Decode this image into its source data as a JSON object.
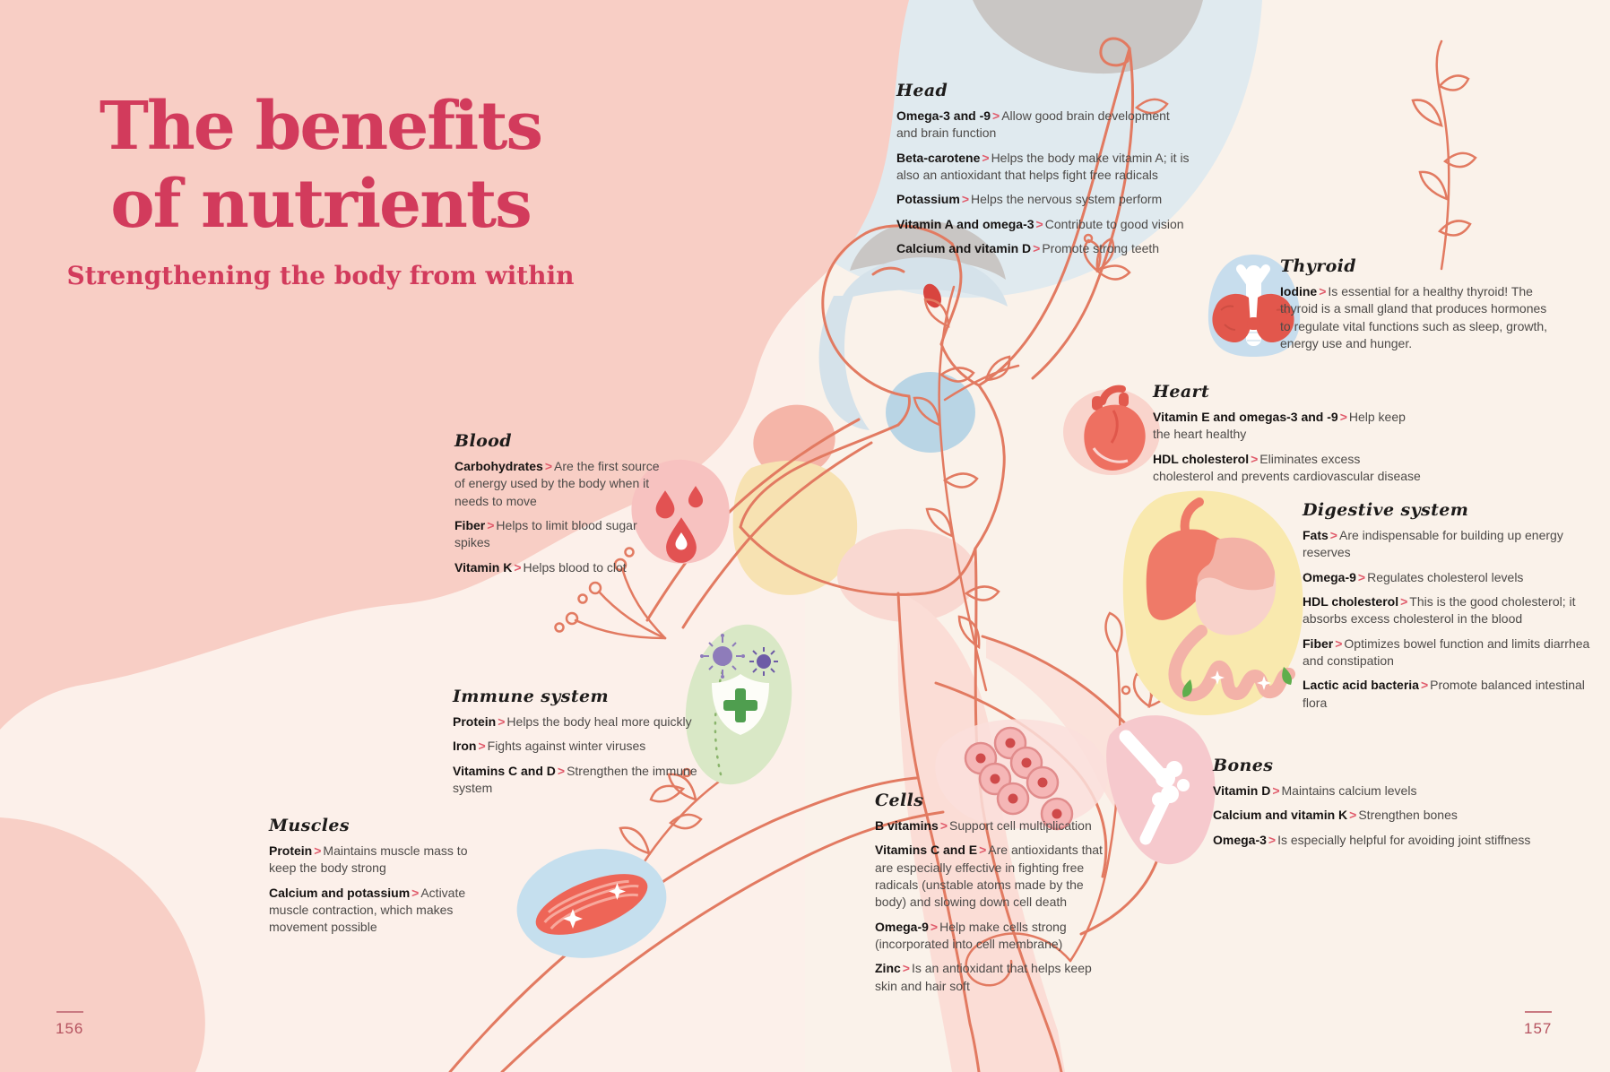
{
  "title": {
    "line1": "The benefits",
    "line2": "of nutrients",
    "subtitle": "Strengthening the body from within"
  },
  "ui": {
    "separator": ">"
  },
  "pages": {
    "left_number": "156",
    "right_number": "157"
  },
  "colors": {
    "title_crimson": "#d23b5c",
    "left_page_pink": "#f8cec5",
    "page_cream": "#fbf2ec",
    "pale_blue_wash": "#e0eaef",
    "figure_outline_coral": "#e27a61",
    "text_dark": "#161312",
    "text_body": "#4d4a48",
    "separator_red": "#e05a6a",
    "immune_green": "#d9e8c6",
    "digestive_yellow": "#f9e9ae",
    "organ_red": "#e2574c",
    "muscle_blue": "#c5dfee"
  },
  "icons": {
    "figure": "yoga-figure",
    "blood": "blood-drops-icon",
    "immune": "shield-and-viruses-icon",
    "muscles": "muscle-fiber-icon",
    "cells": "cell-cluster-icon",
    "bones": "knee-joint-icon",
    "digestive": "digestive-organs-icon",
    "heart": "anatomical-heart-icon",
    "thyroid": "thyroid-gland-icon",
    "decor": "branch-and-leaves"
  },
  "sections": {
    "head": {
      "title": "Head",
      "items": [
        {
          "term": "Omega-3 and -9",
          "desc": "Allow good brain development and brain function"
        },
        {
          "term": "Beta-carotene",
          "desc": "Helps the body make vitamin A; it is also an antioxidant that helps fight free radicals"
        },
        {
          "term": "Potassium",
          "desc": "Helps the nervous system perform"
        },
        {
          "term": "Vitamin A and omega-3",
          "desc": "Contribute to good vision"
        },
        {
          "term": "Calcium and vitamin D",
          "desc": "Promote strong teeth"
        }
      ]
    },
    "thyroid": {
      "title": "Thyroid",
      "items": [
        {
          "term": "Iodine",
          "desc": "Is essential for a healthy thyroid! The thyroid is a small gland that produces hormones to regulate vital functions such as sleep, growth, energy use and hunger."
        }
      ]
    },
    "heart": {
      "title": "Heart",
      "items": [
        {
          "term": "Vitamin E and omegas-3 and -9",
          "desc": "Help keep the heart healthy"
        },
        {
          "term": "HDL cholesterol",
          "desc": "Eliminates excess cholesterol and prevents cardiovascular disease"
        }
      ]
    },
    "digestive": {
      "title": "Digestive system",
      "items": [
        {
          "term": "Fats",
          "desc": "Are indispensable for building up energy reserves"
        },
        {
          "term": "Omega-9",
          "desc": "Regulates cholesterol levels"
        },
        {
          "term": "HDL cholesterol",
          "desc": "This is the good cholesterol; it absorbs excess cholesterol in the blood"
        },
        {
          "term": "Fiber",
          "desc": "Optimizes bowel function and limits diarrhea and constipation"
        },
        {
          "term": "Lactic acid bacteria",
          "desc": "Promote balanced intestinal flora"
        }
      ]
    },
    "bones": {
      "title": "Bones",
      "items": [
        {
          "term": "Vitamin D",
          "desc": "Maintains calcium levels"
        },
        {
          "term": "Calcium and vitamin K",
          "desc": "Strengthen bones"
        },
        {
          "term": "Omega-3",
          "desc": "Is especially helpful for avoiding joint stiffness"
        }
      ]
    },
    "blood": {
      "title": "Blood",
      "items": [
        {
          "term": "Carbohydrates",
          "desc": "Are the first source of energy used by the body when it needs to move"
        },
        {
          "term": "Fiber",
          "desc": "Helps to limit blood sugar spikes"
        },
        {
          "term": "Vitamin K",
          "desc": "Helps blood to clot"
        }
      ]
    },
    "immune": {
      "title": "Immune system",
      "items": [
        {
          "term": "Protein",
          "desc": "Helps the body heal more quickly"
        },
        {
          "term": "Iron",
          "desc": "Fights against winter viruses"
        },
        {
          "term": "Vitamins C and D",
          "desc": "Strengthen the immune system"
        }
      ]
    },
    "muscles": {
      "title": "Muscles",
      "items": [
        {
          "term": "Protein",
          "desc": "Maintains muscle mass to keep the body strong"
        },
        {
          "term": "Calcium and potassium",
          "desc": "Activate muscle contraction, which makes movement possible"
        }
      ]
    },
    "cells": {
      "title": "Cells",
      "items": [
        {
          "term": "B vitamins",
          "desc": "Support cell multiplication"
        },
        {
          "term": "Vitamins C and E",
          "desc": "Are antioxidants that are especially effective in fighting free radicals (unstable atoms made by the body) and slowing down cell death"
        },
        {
          "term": "Omega-9",
          "desc": "Help make cells strong (incorporated into cell membrane)"
        },
        {
          "term": "Zinc",
          "desc": "Is an antioxidant that helps keep skin and hair soft"
        }
      ]
    }
  }
}
